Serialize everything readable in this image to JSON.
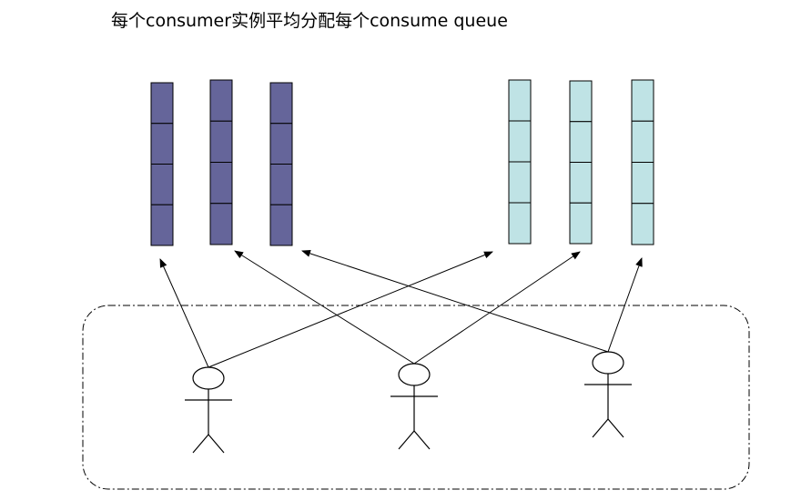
{
  "diagram": {
    "title": "每个consumer实例平均分配每个consume queue",
    "queue_groups": [
      {
        "fill_color": "#65659a",
        "queues": [
          {
            "slots": 4
          },
          {
            "slots": 4
          },
          {
            "slots": 4
          }
        ]
      },
      {
        "fill_color": "#bfe3e5",
        "queues": [
          {
            "slots": 4
          },
          {
            "slots": 4
          },
          {
            "slots": 4
          }
        ]
      }
    ],
    "consumers": [
      {
        "assigned_queues": [
          1,
          4
        ]
      },
      {
        "assigned_queues": [
          2,
          5
        ]
      },
      {
        "assigned_queues": [
          3,
          6
        ]
      }
    ],
    "stroke_color": "#000000",
    "container_style": "dash-dot"
  }
}
